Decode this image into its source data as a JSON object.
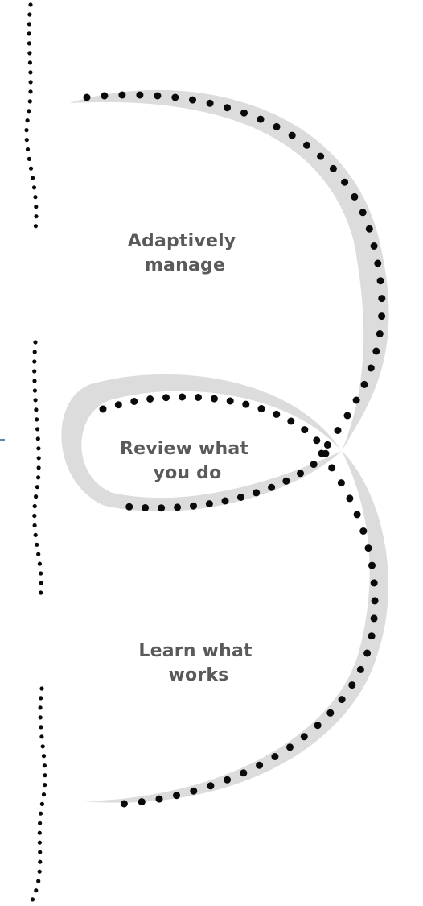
{
  "diagram": {
    "stages": [
      {
        "line1": "Adaptively",
        "line2": "manage"
      },
      {
        "line1": "Review what",
        "line2": "you do"
      },
      {
        "line1": "Learn what",
        "line2": "works"
      }
    ],
    "colors": {
      "band": "#dcdcdc",
      "dots": "#0a0a0a",
      "text": "#5a5a5a",
      "tick": "#2f5d8a"
    }
  }
}
